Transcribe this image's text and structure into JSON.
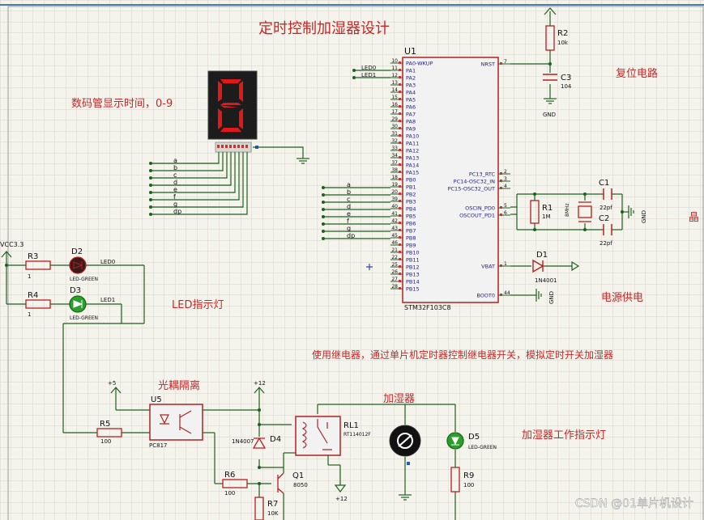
{
  "title": "定时控制加湿器设计",
  "annotations": {
    "seg_note": "数码管显示时间，0-9",
    "reset": "复位电路",
    "led": "LED指示灯",
    "power": "电源供电",
    "relay_note": "使用继电器，通过单片机定时器控制继电器开关，模拟定时开关加湿器",
    "optocoupler": "光耦隔离",
    "humidifier": "加湿器",
    "humidifier_led": "加湿器工作指示灯",
    "crystal_cut": "晶",
    "watermark": "CSDN @01单片机设计"
  },
  "mcu": {
    "ref": "U1",
    "part": "STM32F103C8",
    "left_pins": [
      {
        "num": "10",
        "name": "PA0-WKUP"
      },
      {
        "num": "11",
        "name": "PA1"
      },
      {
        "num": "12",
        "name": "PA2"
      },
      {
        "num": "13",
        "name": "PA3"
      },
      {
        "num": "14",
        "name": "PA4"
      },
      {
        "num": "15",
        "name": "PA5"
      },
      {
        "num": "16",
        "name": "PA6"
      },
      {
        "num": "17",
        "name": "PA7"
      },
      {
        "num": "29",
        "name": "PA8"
      },
      {
        "num": "30",
        "name": "PA9"
      },
      {
        "num": "31",
        "name": "PA10"
      },
      {
        "num": "32",
        "name": "PA11"
      },
      {
        "num": "33",
        "name": "PA12"
      },
      {
        "num": "34",
        "name": "PA13"
      },
      {
        "num": "37",
        "name": "PA14"
      },
      {
        "num": "38",
        "name": "PA15"
      },
      {
        "num": "18",
        "name": "PB0"
      },
      {
        "num": "19",
        "name": "PB1"
      },
      {
        "num": "20",
        "name": "PB2"
      },
      {
        "num": "39",
        "name": "PB3"
      },
      {
        "num": "40",
        "name": "PB4"
      },
      {
        "num": "41",
        "name": "PB5"
      },
      {
        "num": "42",
        "name": "PB6"
      },
      {
        "num": "43",
        "name": "PB7"
      },
      {
        "num": "45",
        "name": "PB8"
      },
      {
        "num": "46",
        "name": "PB9"
      },
      {
        "num": "21",
        "name": "PB10"
      },
      {
        "num": "22",
        "name": "PB11"
      },
      {
        "num": "25",
        "name": "PB12"
      },
      {
        "num": "26",
        "name": "PB13"
      },
      {
        "num": "27",
        "name": "PB14"
      },
      {
        "num": "28",
        "name": "PB15"
      }
    ],
    "right_pins": [
      {
        "num": "7",
        "name": "NRST"
      },
      {
        "num": "2",
        "name": "PC13_RTC"
      },
      {
        "num": "3",
        "name": "PC14-OSC32_IN"
      },
      {
        "num": "4",
        "name": "PC15-OSC32_OUT"
      },
      {
        "num": "5",
        "name": "OSCIN_PD0"
      },
      {
        "num": "6",
        "name": "OSCOUT_PD1"
      },
      {
        "num": "1",
        "name": "VBAT"
      },
      {
        "num": "44",
        "name": "BOOT0"
      }
    ]
  },
  "nets": {
    "pa_labels": [
      "LED0",
      "LED1"
    ],
    "seg_labels": [
      "a",
      "b",
      "c",
      "d",
      "e",
      "f",
      "g",
      "dp"
    ]
  },
  "components": {
    "r2": {
      "ref": "R2",
      "value": "10k"
    },
    "c3": {
      "ref": "C3",
      "value": "104"
    },
    "gnd": "GND",
    "c1": {
      "ref": "C1",
      "value": "22pf"
    },
    "c2": {
      "ref": "C2",
      "value": "22pf"
    },
    "r1": {
      "ref": "R1",
      "value": "1M"
    },
    "x1": {
      "value": "8MHz"
    },
    "d1": {
      "ref": "D1",
      "value": "1N4001"
    },
    "vcc": "VCC3.3",
    "r3": {
      "ref": "R3",
      "value": "1"
    },
    "r4": {
      "ref": "R4",
      "value": "1"
    },
    "d2": {
      "ref": "D2",
      "value": "LED-GREEN"
    },
    "d3": {
      "ref": "D3",
      "value": "LED-GREEN"
    },
    "u5": {
      "ref": "U5",
      "value": "PC817"
    },
    "r5": {
      "ref": "R5",
      "value": "100"
    },
    "plus5": "+5",
    "plus12": "+12",
    "d4": {
      "ref": "D4",
      "value": "1N4007"
    },
    "rl1": {
      "ref": "RL1",
      "value": "RT114012F"
    },
    "q1": {
      "ref": "Q1",
      "value": "8050"
    },
    "r6": {
      "ref": "R6",
      "value": "100"
    },
    "r7": {
      "ref": "R7",
      "value": "10K"
    },
    "d5": {
      "ref": "D5",
      "value": "LED-GREEN"
    },
    "r9": {
      "ref": "R9",
      "value": "100"
    }
  },
  "colors": {
    "wire": "#1f5f1f",
    "part": "#b22222",
    "text": "#111111",
    "note": "#c62828",
    "pin_text": "#202080"
  }
}
